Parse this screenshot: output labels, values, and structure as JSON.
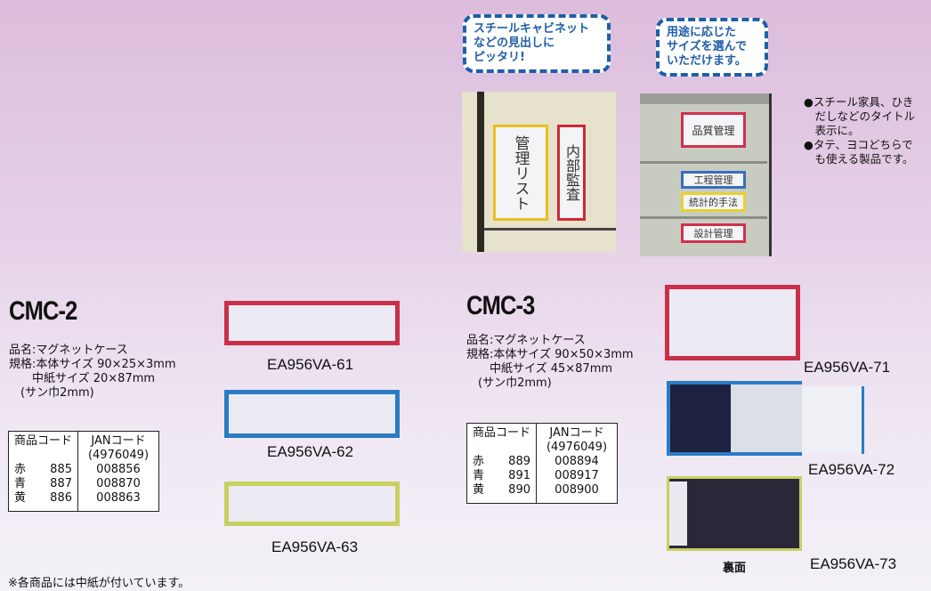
{
  "cmc2": {
    "title": "CMC-2",
    "spec": [
      "品名:マグネットケース",
      "規格:本体サイズ 90×25×3mm",
      "　　中紙サイズ 20×87mm",
      "　(サン巾2mm)"
    ],
    "table": {
      "h1": "商品コード",
      "h2": "JANコード",
      "h2sub": "(4976049)",
      "rows": [
        {
          "color": "赤",
          "code": "885",
          "jan": "008856"
        },
        {
          "color": "青",
          "code": "887",
          "jan": "008870"
        },
        {
          "color": "黄",
          "code": "886",
          "jan": "008863"
        }
      ]
    },
    "products": [
      {
        "code": "EA956VA-61",
        "color": "#c8304a"
      },
      {
        "code": "EA956VA-62",
        "color": "#2a7cc4"
      },
      {
        "code": "EA956VA-63",
        "color": "#c8d060"
      }
    ]
  },
  "cmc3": {
    "title": "CMC-3",
    "spec": [
      "品名:マグネットケース",
      "規格:本体サイズ 90×50×3mm",
      "　　中紙サイズ 45×87mm",
      "　(サン巾2mm)"
    ],
    "table": {
      "h1": "商品コード",
      "h2": "JANコード",
      "h2sub": "(4976049)",
      "rows": [
        {
          "color": "赤",
          "code": "889",
          "jan": "008894"
        },
        {
          "color": "青",
          "code": "891",
          "jan": "008917"
        },
        {
          "color": "黄",
          "code": "890",
          "jan": "008900"
        }
      ]
    },
    "products": [
      {
        "code": "EA956VA-71",
        "color": "#c8304a"
      },
      {
        "code": "EA956VA-72",
        "color": "#2a7cc4"
      },
      {
        "code": "EA956VA-73",
        "color": "#c8d060"
      }
    ],
    "back_label": "裏面"
  },
  "bubble1": [
    "スチールキャビネット",
    "などの見出しに",
    "ピッタリ!"
  ],
  "bubble2": [
    "用途に応じた",
    "サイズを選んで",
    "いただけます。"
  ],
  "photo1": {
    "labels": [
      "管理リスト",
      "内部監査"
    ]
  },
  "photo2": {
    "labels": [
      "品質管理",
      "工程管理",
      "統計的手法",
      "設計管理"
    ]
  },
  "bullets": [
    "●スチール家具、ひき",
    "　だしなどのタイトル",
    "　表示に。",
    "●タテ、ヨコどちらで",
    "　も使える製品です。"
  ],
  "footnote": "※各商品には中紙が付いています。"
}
